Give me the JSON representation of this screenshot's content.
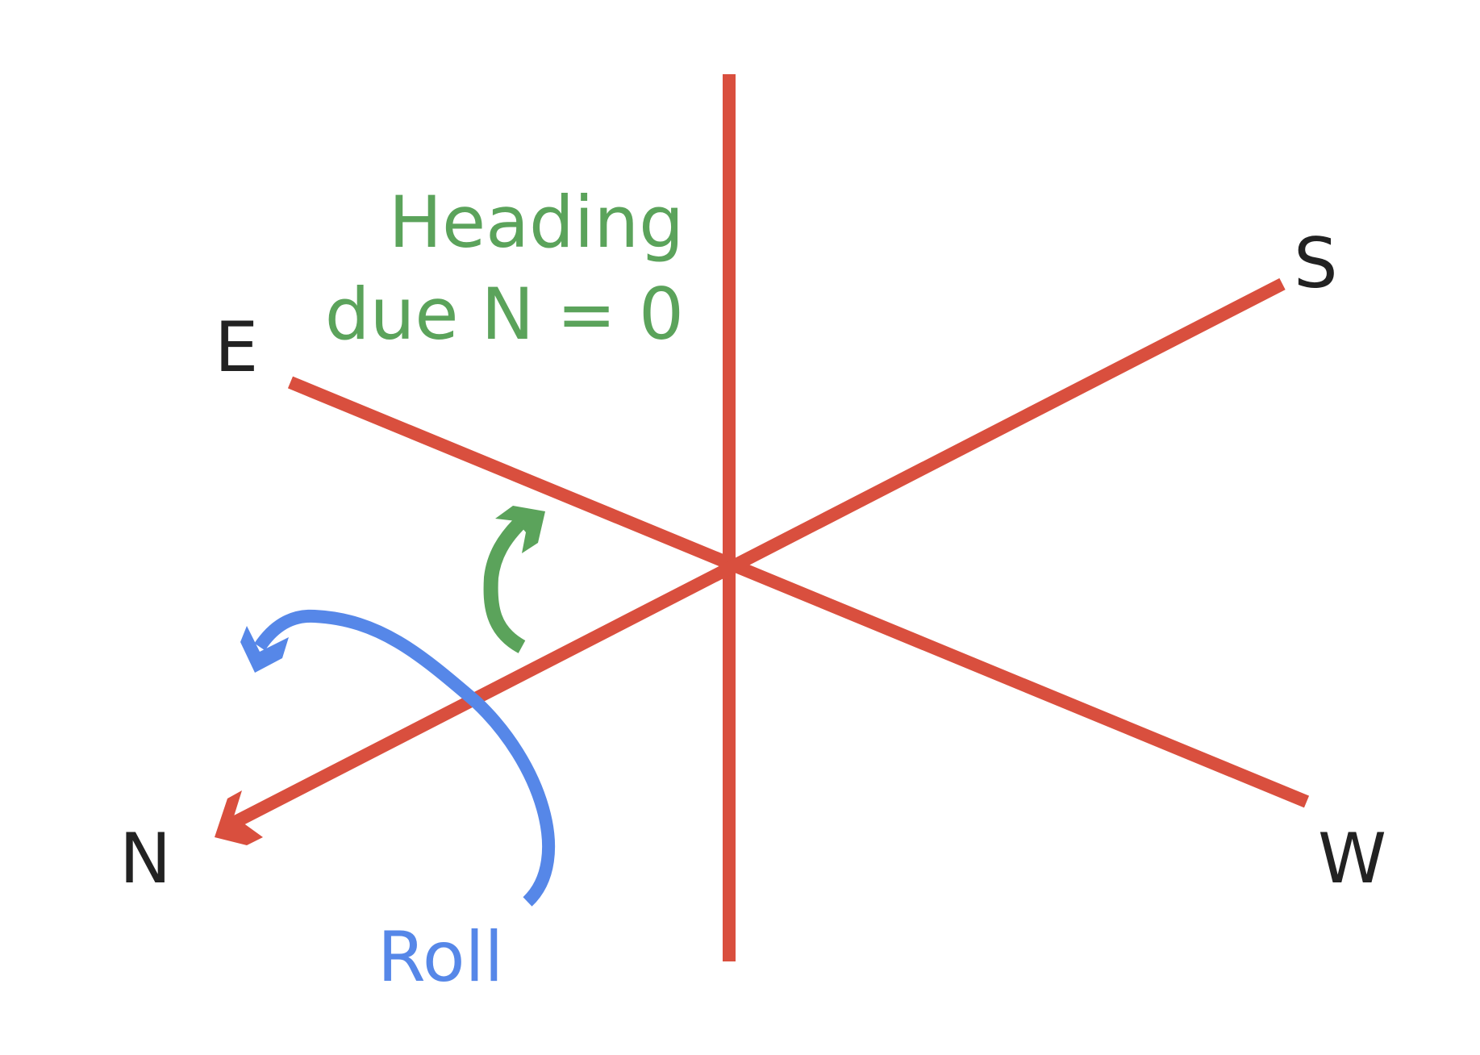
{
  "colors": {
    "axis": "#D94F3E",
    "heading": "#5BA35B",
    "roll": "#5687E8",
    "compass_text": "#222222",
    "background": "#FFFFFF"
  },
  "labels": {
    "heading_line1": "Heading",
    "heading_line2": "due N = 0",
    "roll": "Roll",
    "north": "N",
    "east": "E",
    "south": "S",
    "west": "W"
  }
}
